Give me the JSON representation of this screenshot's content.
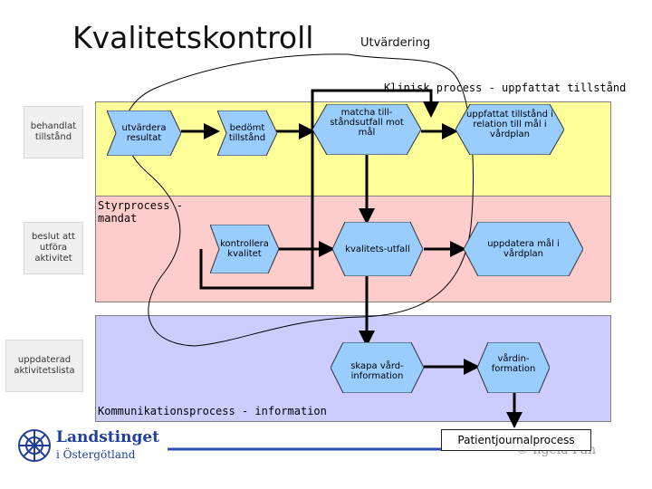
{
  "header": {
    "title": "Kvalitetskontroll",
    "subtitle": "Utvärdering"
  },
  "bands": {
    "clinical": "Klinisk process - uppfattat tillstånd",
    "control": "Styrprocess - mandat",
    "communication": "Kommunikationsprocess - information"
  },
  "side_labels": {
    "treated": "behandlat tillstånd",
    "decision": "beslut att utföra aktivitet",
    "list": "uppdaterad aktivitetslista"
  },
  "steps": {
    "evaluate": "utvärdera resultat",
    "assessed": "bedömt tillstånd",
    "match": "matcha till-ståndsutfall mot mål",
    "perceived": "uppfattat tillstånd i relation till mål i vårdplan",
    "check": "kontrollera kvalitet",
    "outcome": "kvalitets-utfall",
    "update": "uppdatera mål i vårdplan",
    "create": "skapa vård-information",
    "care_info": "vårdin-formation"
  },
  "footer": {
    "journal": "Patientjournalprocess",
    "ghost_text": "© ngela Pan",
    "logo_main": "Landstinget",
    "logo_sub": "i Östergötland"
  },
  "colors": {
    "yellow_band": "#ffff99",
    "pink_band": "#ffcccc",
    "purple_band": "#ccccff",
    "chevron_fill": "#99ccff",
    "logo_blue": "#1f3f99",
    "footer_line": "#2a4fb5"
  }
}
